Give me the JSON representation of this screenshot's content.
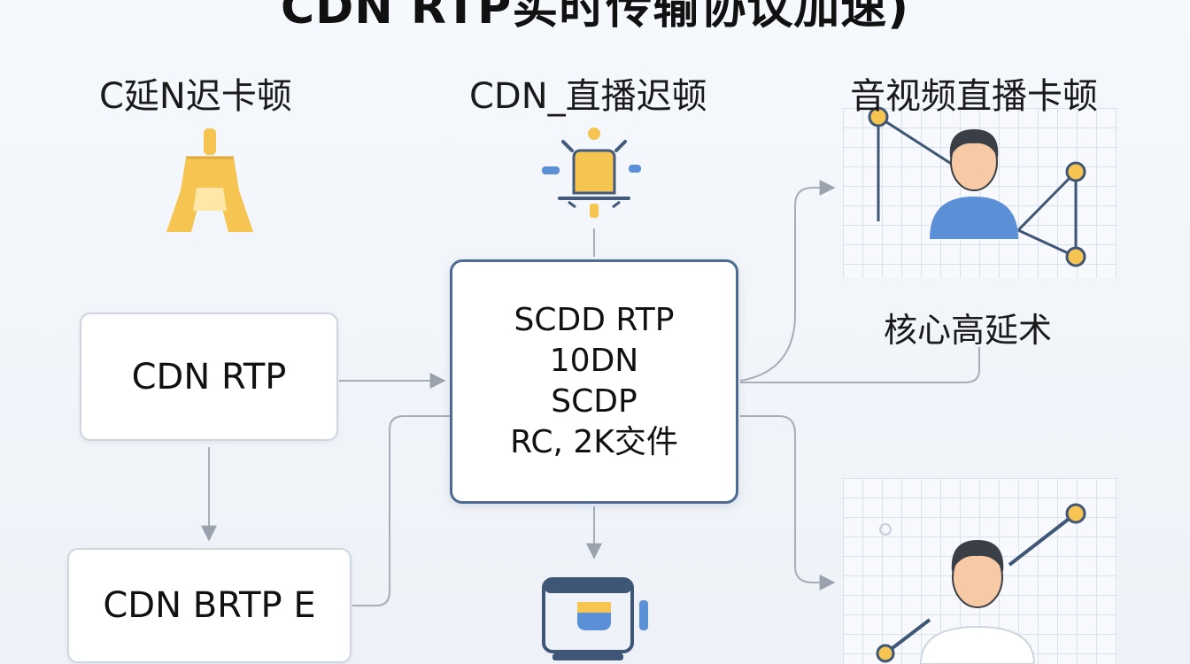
{
  "title": "CDN RTP实时传输协议加速)",
  "top_labels": {
    "left": "C延N迟卡顿",
    "middle": "CDN_直播迟顿",
    "right": "音视频直播卡顿"
  },
  "boxes": {
    "rtp": "CDN RTP",
    "brtp": "CDN BRTP E"
  },
  "center_box": {
    "lines": [
      "SCDD RTP",
      "10DN",
      "SCDP",
      "RC, 2K交件"
    ]
  },
  "right_label": "核心高延术",
  "icons": {
    "left": "bell-icon",
    "middle": "lamp-icon",
    "bottom": "monitor-icon",
    "right_top": "person-network-icon",
    "right_bottom": "person-chart-icon"
  },
  "colors": {
    "accent_yellow": "#f5c451",
    "center_border": "#4c6a92",
    "person_blue": "#5b8fd6",
    "arrow_gray": "#9aa3ad"
  }
}
